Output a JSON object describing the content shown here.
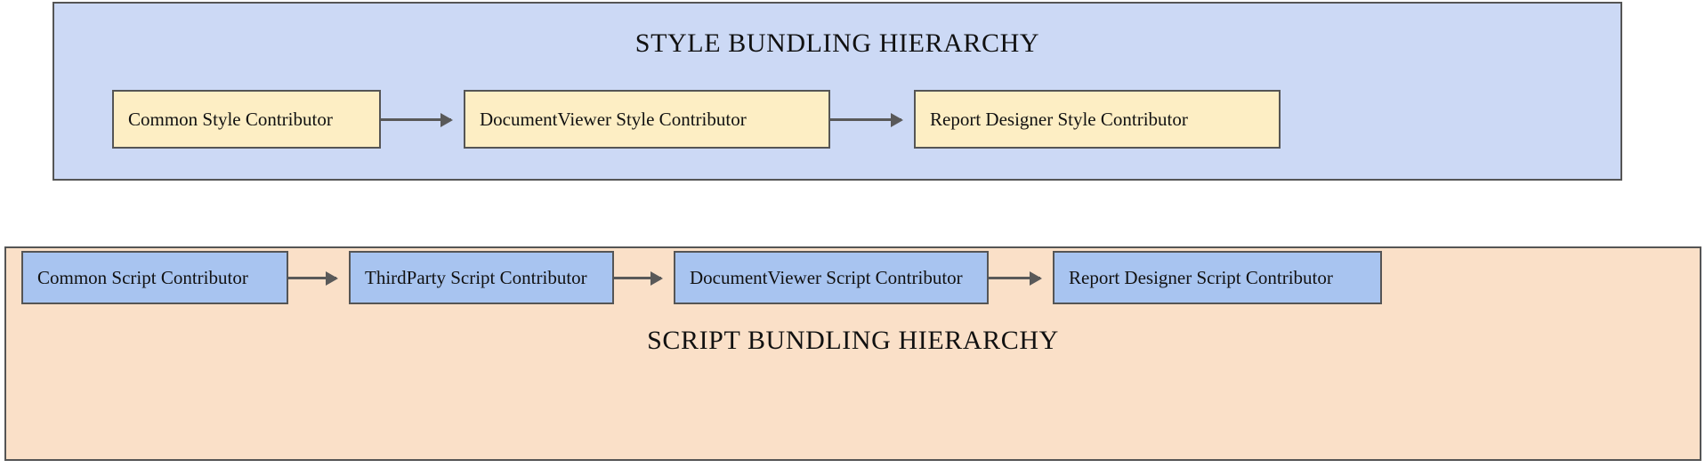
{
  "diagram": {
    "groups": [
      {
        "id": "style-bundling-hierarchy",
        "title": "STYLE BUNDLING HIERARCHY",
        "background_color": "#ccd9f5",
        "border_color": "#555555",
        "title_position": "top",
        "node_fill": "#fdeec4",
        "nodes": [
          {
            "label": "Common Style Contributor"
          },
          {
            "label": "DocumentViewer Style Contributor"
          },
          {
            "label": "Report Designer Style Contributor"
          }
        ],
        "edges": [
          {
            "from": "Common Style Contributor",
            "to": "DocumentViewer Style Contributor",
            "type": "arrow"
          },
          {
            "from": "DocumentViewer Style Contributor",
            "to": "Report Designer Style Contributor",
            "type": "arrow"
          }
        ]
      },
      {
        "id": "script-bundling-hierarchy",
        "title": "SCRIPT BUNDLING HIERARCHY",
        "background_color": "#fae0c8",
        "border_color": "#555555",
        "title_position": "bottom",
        "node_fill": "#a8c4f0",
        "nodes": [
          {
            "label": "Common Script Contributor"
          },
          {
            "label": "ThirdParty Script Contributor"
          },
          {
            "label": "DocumentViewer Script Contributor"
          },
          {
            "label": "Report Designer Script Contributor"
          }
        ],
        "edges": [
          {
            "from": "Common Script Contributor",
            "to": "ThirdParty Script Contributor",
            "type": "arrow"
          },
          {
            "from": "ThirdParty Script Contributor",
            "to": "DocumentViewer Script Contributor",
            "type": "arrow"
          },
          {
            "from": "DocumentViewer Script Contributor",
            "to": "Report Designer Script Contributor",
            "type": "arrow"
          }
        ]
      }
    ],
    "arrow_color": "#595959",
    "text_color": "#111111",
    "page_background": "#ffffff"
  }
}
